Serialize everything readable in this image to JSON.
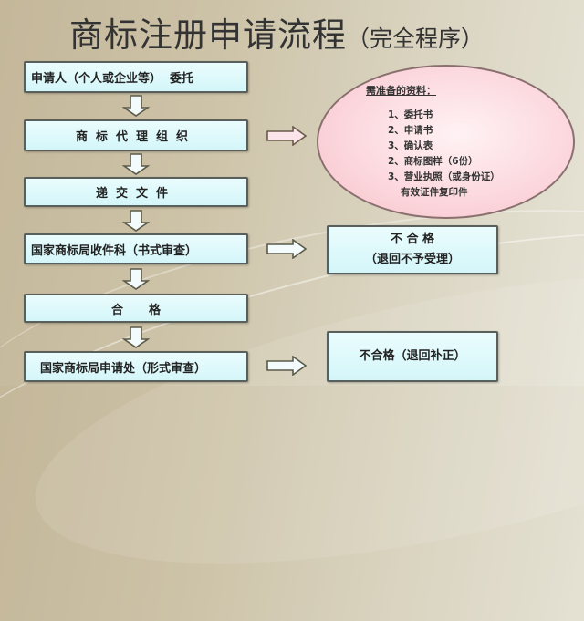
{
  "title": {
    "main": "商标注册申请流程",
    "sub": "（完全程序）"
  },
  "flow": {
    "steps": [
      {
        "label": "申请人（个人或企业等）  委托"
      },
      {
        "label": "商标代理组织"
      },
      {
        "label": "递交文件"
      },
      {
        "label": "国家商标局收件科（书式审查）"
      },
      {
        "label": "合格"
      },
      {
        "label": "国家商标局申请处（形式审查）"
      }
    ]
  },
  "materials": {
    "heading": "需准备的资料：",
    "items": [
      "1、委托书",
      "2、申请书",
      "3、确认表",
      "2、商标图样（6份）",
      "3、营业执照（或身份证）",
      "有效证件复印件"
    ]
  },
  "results": {
    "reject_1": {
      "line1": "不 合 格",
      "line2": "（退回不予受理）"
    },
    "reject_2": {
      "line1": "不合格（退回补正）"
    }
  },
  "colors": {
    "box_fill": "#d8f7fa",
    "box_border": "#59605b",
    "ellipse_fill": "#fbd6dc",
    "arrow_fill_right": "#fbe4ea",
    "background": "#cdc3a8"
  }
}
